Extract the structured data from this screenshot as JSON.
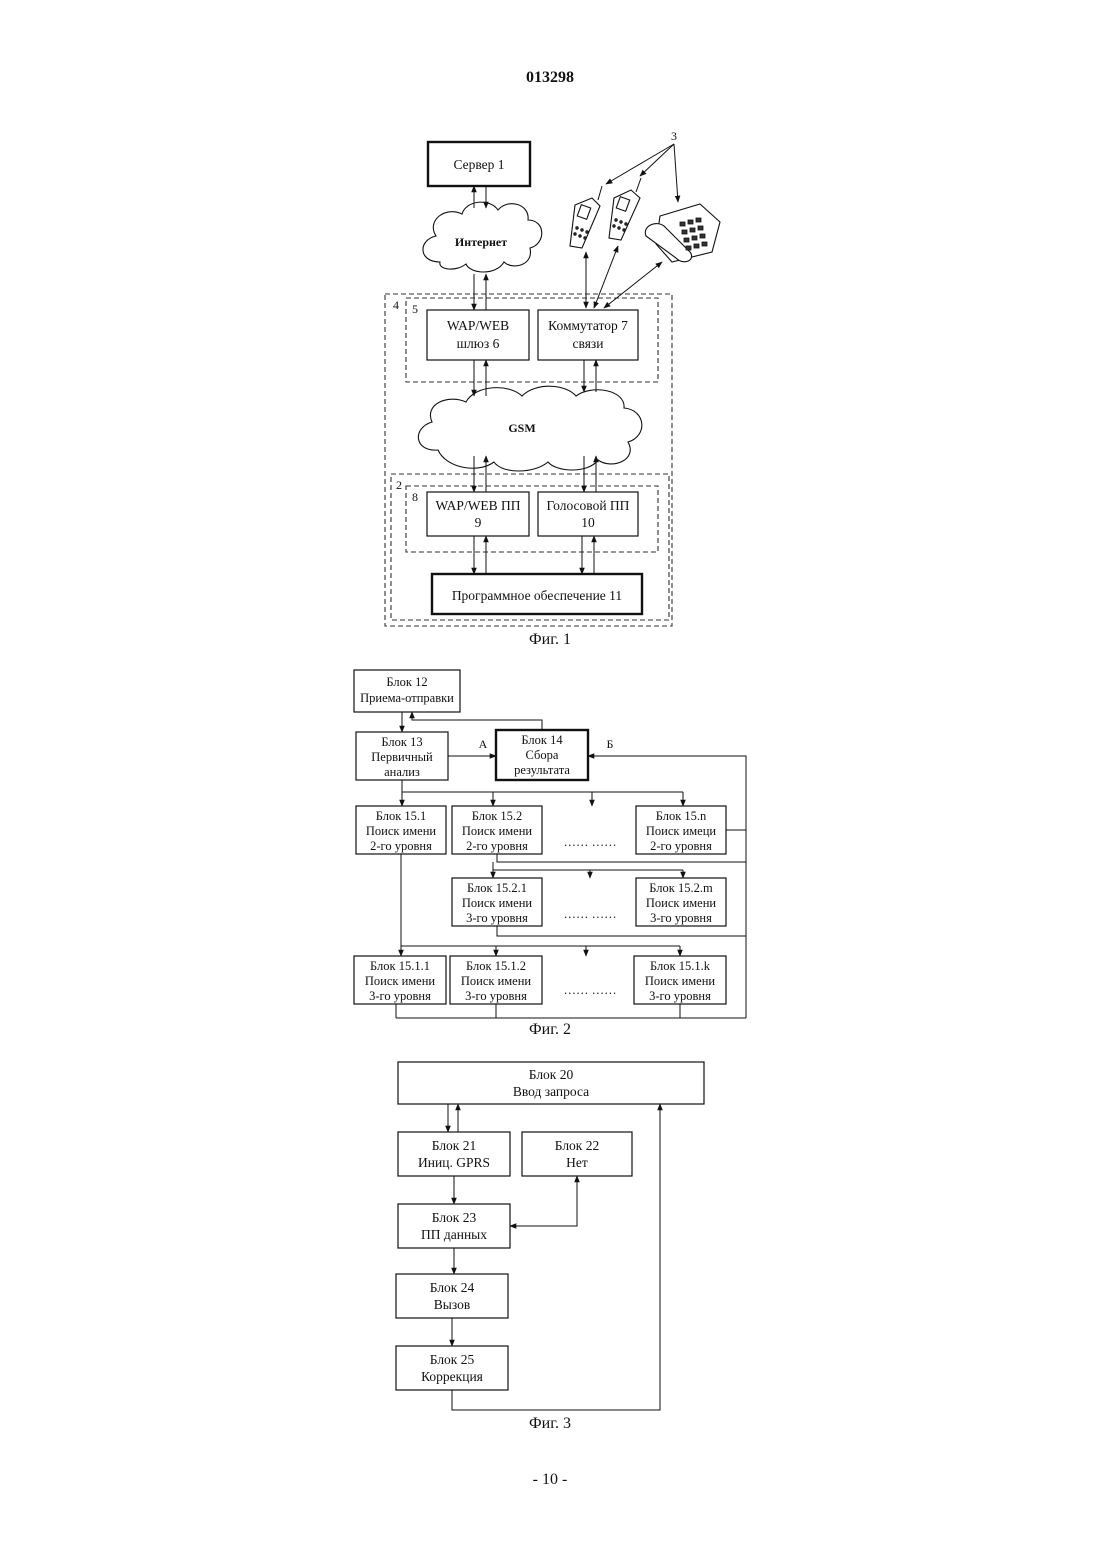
{
  "doc_number": "013298",
  "page_number": "- 10 -",
  "fig1": {
    "caption": "Фиг. 1",
    "server": "Сервер 1",
    "internet": "Интернет",
    "devices_label": "3",
    "block4_label": "4",
    "block5_label": "5",
    "gateway_line1": "WAP/WEB",
    "gateway_line2": "шлюз 6",
    "switch_line1": "Коммутатор 7",
    "switch_line2": "связи",
    "gsm": "GSM",
    "block2_label": "2",
    "block8_label": "8",
    "wap_pp_line1": "WAP/WEB ПП",
    "wap_pp_line2": "9",
    "voice_pp_line1": "Голосовой ПП",
    "voice_pp_line2": "10",
    "software": "Программное обеспечение 11"
  },
  "fig2": {
    "caption": "Фиг. 2",
    "label_a": "А",
    "label_b": "Б",
    "ellipsis": "……  ……",
    "b12": [
      "Блок 12",
      "Приема-отправки"
    ],
    "b13": [
      "Блок 13",
      "Первичный",
      "анализ"
    ],
    "b14": [
      "Блок 14",
      "Сбора",
      "результата"
    ],
    "b15_1": [
      "Блок 15.1",
      "Поиск имени",
      "2-го уровня"
    ],
    "b15_2": [
      "Блок 15.2",
      "Поиск имени",
      "2-го уровня"
    ],
    "b15_n": [
      "Блок 15.n",
      "Поиск имеци",
      "2-го уровня"
    ],
    "b15_2_1": [
      "Блок 15.2.1",
      "Поиск имени",
      "3-го уровня"
    ],
    "b15_2_m": [
      "Блок 15.2.m",
      "Поиск имени",
      "3-го уровня"
    ],
    "b15_1_1": [
      "Блок 15.1.1",
      "Поиск имени",
      "3-го уровня"
    ],
    "b15_1_2": [
      "Блок 15.1.2",
      "Поиск имени",
      "3-го уровня"
    ],
    "b15_1_k": [
      "Блок 15.1.k",
      "Поиск имени",
      "3-го уровня"
    ]
  },
  "fig3": {
    "caption": "Фиг. 3",
    "b20": [
      "Блок 20",
      "Ввод запроса"
    ],
    "b21": [
      "Блок 21",
      "Иниц. GPRS"
    ],
    "b22": [
      "Блок 22",
      "Нет"
    ],
    "b23": [
      "Блок 23",
      "ПП данных"
    ],
    "b24": [
      "Блок 24",
      "Вызов"
    ],
    "b25": [
      "Блок 25",
      "Коррекция"
    ]
  }
}
